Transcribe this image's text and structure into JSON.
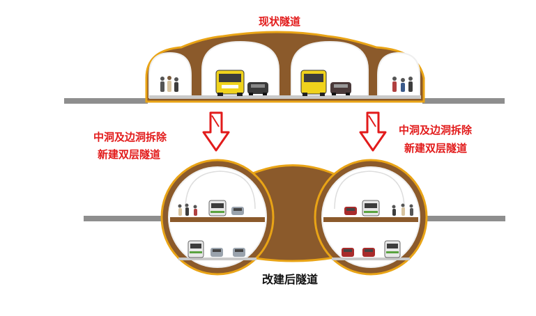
{
  "labels": {
    "current_tunnel": "现状隧道",
    "left_note_line1": "中洞及边洞拆除",
    "left_note_line2": "新建双层隧道",
    "right_note_line1": "中洞及边洞拆除",
    "right_note_line2": "新建双层隧道",
    "rebuilt_tunnel": "改建后隧道"
  },
  "colors": {
    "tunnel_fill": "#8b5a2b",
    "tunnel_outline": "#e9a416",
    "lining": "#efefef",
    "road": "#8e8e8e",
    "note_red": "#e21b1b",
    "arrow_fill": "#ffffff",
    "arrow_outline": "#e21b1b"
  },
  "icons": {
    "arrow": "down-arrow-icon",
    "pedestrian": "pedestrian-icon",
    "bus": "bus-icon",
    "car": "car-icon"
  }
}
